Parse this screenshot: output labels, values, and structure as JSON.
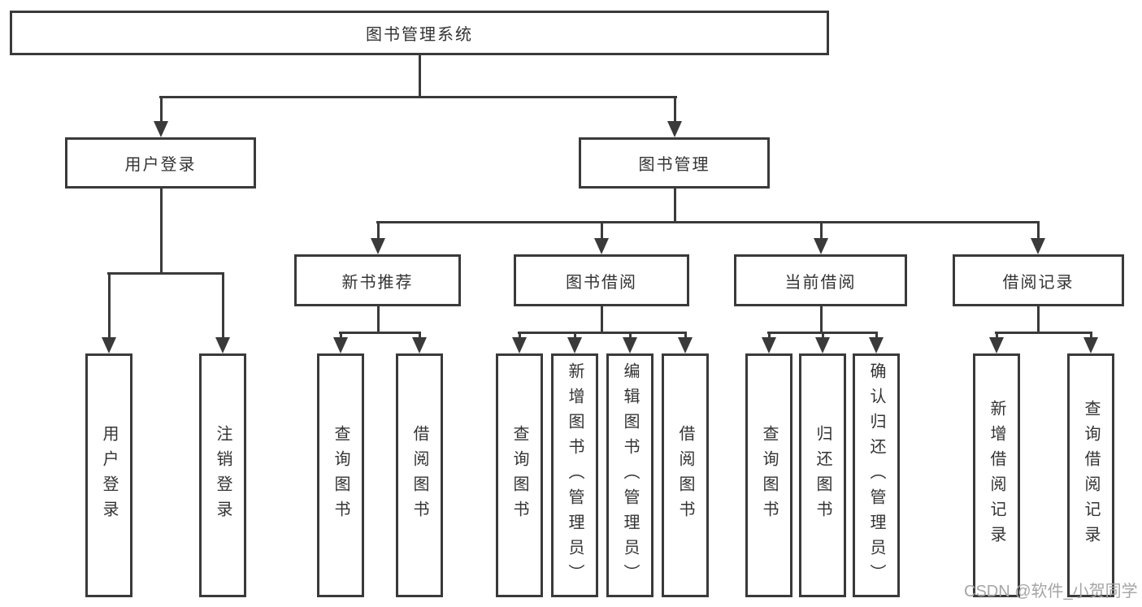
{
  "colors": {
    "line": "#3a3a3a",
    "text": "#333333",
    "background": "#ffffff",
    "watermark": "#a5a5a5"
  },
  "tree": {
    "root": "图书管理系统",
    "branches": {
      "user_login": {
        "label": "用户登录",
        "children": [
          "用户登录",
          "注销登录"
        ]
      },
      "book_management": {
        "label": "图书管理",
        "sections": {
          "new_book_recommend": {
            "label": "新书推荐",
            "children": [
              "查询图书",
              "借阅图书"
            ]
          },
          "book_borrow": {
            "label": "图书借阅",
            "children": [
              "查询图书",
              "新增图书（管理员）",
              "编辑图书（管理员）",
              "借阅图书"
            ]
          },
          "current_borrow": {
            "label": "当前借阅",
            "children": [
              "查询图书",
              "归还图书",
              "确认归还（管理员）"
            ]
          },
          "borrow_records": {
            "label": "借阅记录",
            "children": [
              "新增借阅记录",
              "查询借阅记录"
            ]
          }
        }
      }
    }
  },
  "watermark": "CSDN @软件_小贺同学"
}
